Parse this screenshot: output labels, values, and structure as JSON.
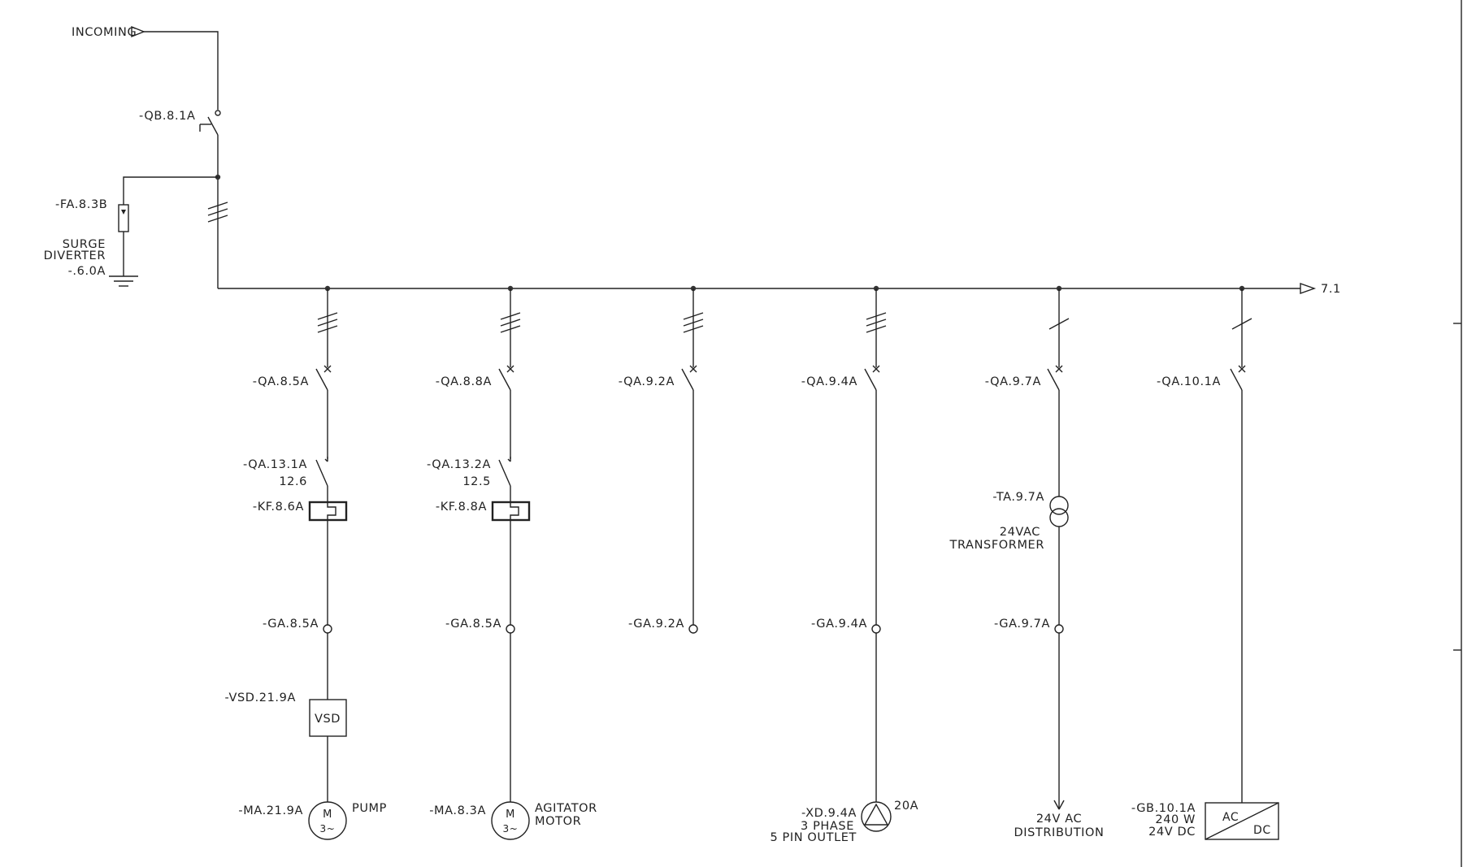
{
  "incoming": {
    "label": "INCOMING"
  },
  "main_switch": {
    "tag": "-QB.8.1A"
  },
  "surge": {
    "tag": "-FA.8.3B",
    "line1": "SURGE",
    "line2": "DIVERTER",
    "ref": "-.6.0A"
  },
  "bus": {
    "continuation": "7.1"
  },
  "feeders": [
    {
      "breaker": "-QA.8.5A",
      "overload_switch": "-QA.13.1A",
      "overload_setting": "12.6",
      "contactor": "-KF.8.6A",
      "terminal": "-GA.8.5A",
      "drive": "VSD",
      "drive_tag": "-VSD.21.9A",
      "motor_tag": "-MA.21.9A",
      "motor_symbol": "M",
      "motor_phase": "3~",
      "load_line1": "PUMP",
      "load_line2": ""
    },
    {
      "breaker": "-QA.8.8A",
      "overload_switch": "-QA.13.2A",
      "overload_setting": "12.5",
      "contactor": "-KF.8.8A",
      "terminal": "-GA.8.5A",
      "motor_tag": "-MA.8.3A",
      "motor_symbol": "M",
      "motor_phase": "3~",
      "load_line1": "AGITATOR",
      "load_line2": "MOTOR"
    },
    {
      "breaker": "-QA.9.2A",
      "terminal": "-GA.9.2A"
    },
    {
      "breaker": "-QA.9.4A",
      "terminal": "-GA.9.4A",
      "outlet_tag": "-XD.9.4A",
      "outlet_line1": "3 PHASE",
      "outlet_line2": "5 PIN OUTLET",
      "outlet_rating": "20A"
    },
    {
      "breaker": "-QA.9.7A",
      "transformer_tag": "-TA.9.7A",
      "transformer_line1": "24VAC",
      "transformer_line2": "TRANSFORMER",
      "terminal": "-GA.9.7A",
      "dist_line1": "24V AC",
      "dist_line2": "DISTRIBUTION"
    },
    {
      "breaker": "-QA.10.1A",
      "psu_tag": "-GB.10.1A",
      "psu_power": "240 W",
      "psu_output": "24V DC",
      "psu_in": "AC",
      "psu_out": "DC"
    }
  ]
}
